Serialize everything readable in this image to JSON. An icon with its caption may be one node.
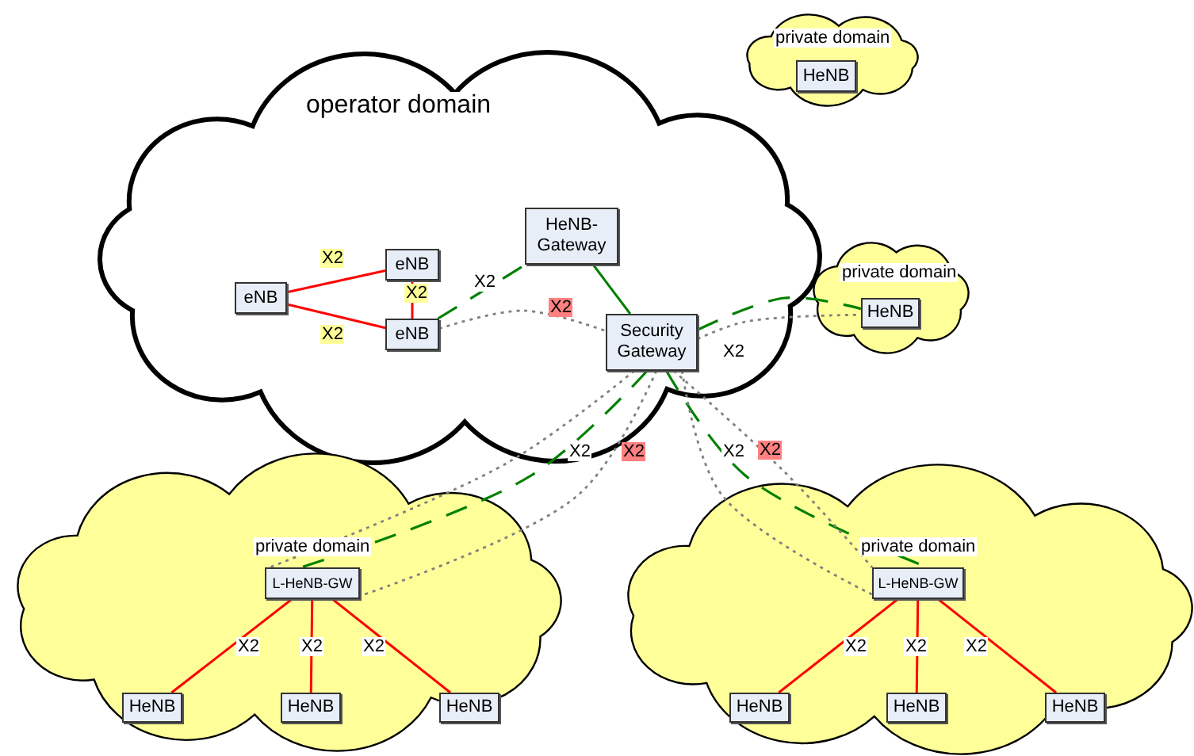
{
  "diagram": {
    "nodes": [
      {
        "text": [
          "operator domain"
        ]
      },
      {
        "text": [
          "eNB"
        ],
        "in": 0
      },
      {
        "text": [
          "eNB"
        ],
        "in": 0
      },
      {
        "text": [
          "eNB"
        ],
        "in": 0
      },
      {
        "text": [
          "HeNB-Gateway"
        ],
        "in": 0
      },
      {
        "text": [
          "Security Gateway"
        ],
        "in": 0
      },
      {
        "text": [
          "private domain"
        ]
      },
      {
        "text": [
          "HeNB"
        ],
        "in": 6
      },
      {
        "text": [
          "private domain"
        ]
      },
      {
        "text": [
          "HeNB"
        ],
        "in": 8
      },
      {
        "text": [
          "private domain"
        ]
      },
      {
        "text": [
          "L-HeNB-GW"
        ],
        "in": 10
      },
      {
        "text": [
          "HeNB"
        ],
        "in": 10
      },
      {
        "text": [
          "HeNB"
        ],
        "in": 10
      },
      {
        "text": [
          "HeNB"
        ],
        "in": 10
      },
      {
        "text": [
          "private domain"
        ]
      },
      {
        "text": [
          "L-HeNB-GW"
        ],
        "in": 15
      },
      {
        "text": [
          "HeNB"
        ],
        "in": 15
      },
      {
        "text": [
          "HeNB"
        ],
        "in": 15
      },
      {
        "text": [
          "HeNB"
        ],
        "in": 15
      }
    ],
    "edges": [
      {
        "from": 1,
        "to": 2,
        "arrow": "none",
        "label": "X2"
      },
      {
        "from": 1,
        "to": 3,
        "arrow": "none",
        "label": "X2"
      },
      {
        "from": 2,
        "to": 3,
        "arrow": "none",
        "label": "X2"
      },
      {
        "from": 3,
        "to": 4,
        "arrow": "none",
        "label": "X2",
        "style": "dashed",
        "color": "#008000"
      },
      {
        "from": 4,
        "to": 5,
        "arrow": "none",
        "color": "#008000"
      },
      {
        "from": 3,
        "to": 5,
        "arrow": "none",
        "label": "X2",
        "style": "dashed",
        "color": "#808080"
      },
      {
        "from": 5,
        "to": 9,
        "arrow": "none",
        "label": "X2",
        "style": "dashed",
        "color": "#008000"
      },
      {
        "from": 5,
        "to": 9,
        "arrow": "none",
        "style": "dashed",
        "color": "#808080"
      },
      {
        "from": 5,
        "to": 11,
        "arrow": "none",
        "label": "X2",
        "style": "dashed",
        "color": "#008000"
      },
      {
        "from": 5,
        "to": 11,
        "arrow": "none",
        "label": "X2",
        "style": "dashed",
        "color": "#808080"
      },
      {
        "from": 5,
        "to": 11,
        "arrow": "none",
        "style": "dashed",
        "color": "#808080"
      },
      {
        "from": 5,
        "to": 16,
        "arrow": "none",
        "label": "X2",
        "style": "dashed",
        "color": "#008000"
      },
      {
        "from": 5,
        "to": 16,
        "arrow": "none",
        "label": "X2",
        "style": "dashed",
        "color": "#808080"
      },
      {
        "from": 5,
        "to": 16,
        "arrow": "none",
        "style": "dashed",
        "color": "#808080"
      },
      {
        "from": 11,
        "to": 12,
        "arrow": "none",
        "label": "X2"
      },
      {
        "from": 11,
        "to": 13,
        "arrow": "none",
        "label": "X2"
      },
      {
        "from": 11,
        "to": 14,
        "arrow": "none",
        "label": "X2"
      },
      {
        "from": 16,
        "to": 17,
        "arrow": "none",
        "label": "X2"
      },
      {
        "from": 16,
        "to": 18,
        "arrow": "none",
        "label": "X2"
      },
      {
        "from": 16,
        "to": 19,
        "arrow": "none",
        "label": "X2"
      }
    ]
  }
}
